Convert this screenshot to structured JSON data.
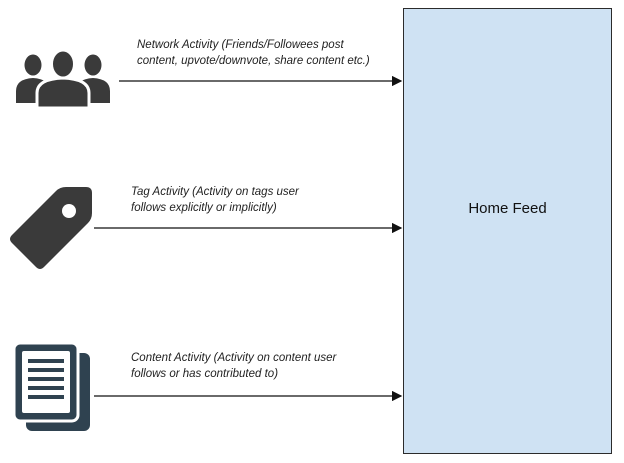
{
  "colors": {
    "icon": "#3a3a3a",
    "arrow": "#111111",
    "feed_fill": "#cfe2f3",
    "feed_border": "#2b2b2b"
  },
  "sources": [
    {
      "icon": "people-group-icon",
      "label": "Network Activity (Friends/Followees post\ncontent, upvote/downvote, share content etc.)"
    },
    {
      "icon": "tag-icon",
      "label": "Tag Activity (Activity on tags user\nfollows explicitly or implicitly)"
    },
    {
      "icon": "documents-icon",
      "label": "Content Activity (Activity on content user\nfollows or has contributed to)"
    }
  ],
  "target": {
    "label": "Home Feed"
  }
}
